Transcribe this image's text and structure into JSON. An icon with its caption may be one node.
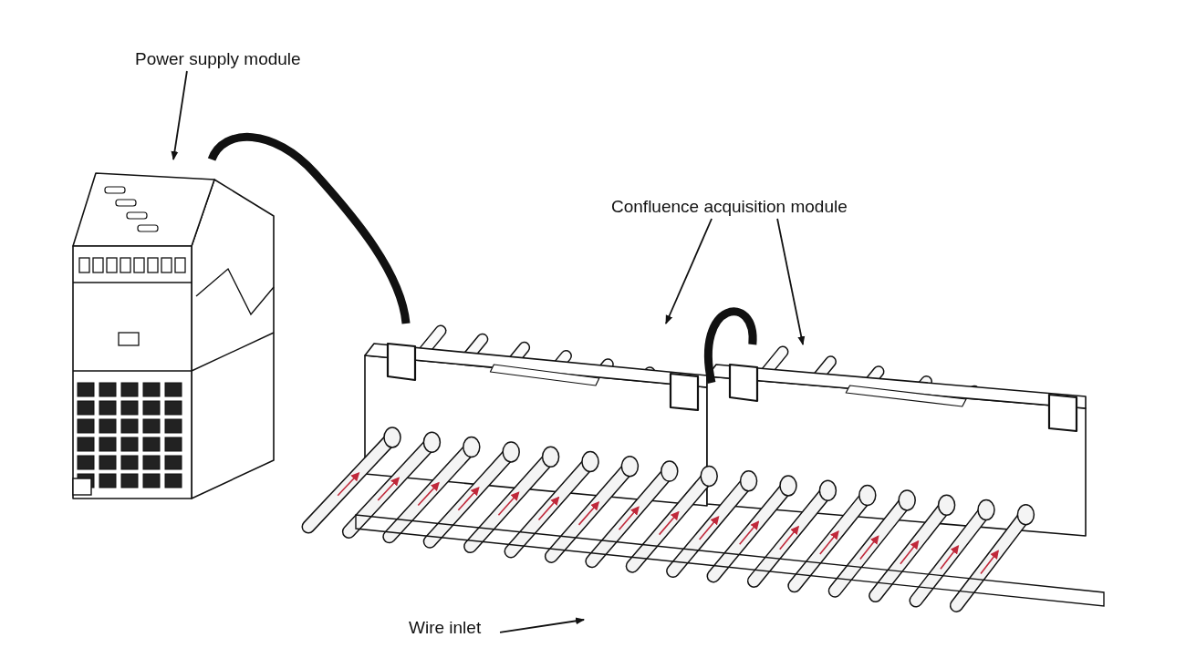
{
  "diagram": {
    "nodes": [
      {
        "text": [
          "Power supply module"
        ]
      },
      {
        "text": [],
        "shape": "picture"
      },
      {
        "text": [
          "Confluence acquisition module"
        ]
      },
      {
        "text": [],
        "shape": "picture"
      },
      {
        "text": [],
        "shape": "picture"
      },
      {
        "text": [
          "Wire inlet"
        ]
      },
      {
        "text": [],
        "shape": "picture"
      }
    ],
    "edges": [
      {
        "from": 0,
        "to": 1,
        "arrow": "to"
      },
      {
        "from": 2,
        "to": 3,
        "arrow": "to"
      },
      {
        "from": 2,
        "to": 4,
        "arrow": "to"
      },
      {
        "from": 5,
        "to": 6,
        "arrow": "to"
      },
      {
        "from": 1,
        "to": 3,
        "arrow": "none",
        "style": "thick"
      },
      {
        "from": 3,
        "to": 4,
        "arrow": "none",
        "style": "thick"
      }
    ]
  }
}
